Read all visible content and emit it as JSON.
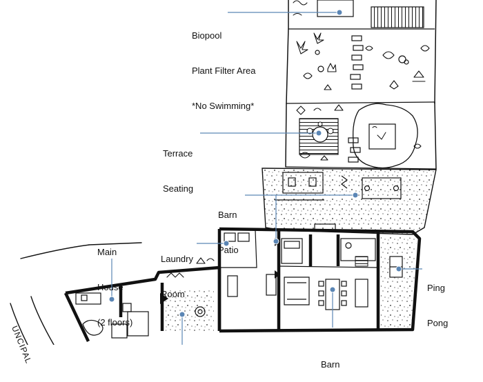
{
  "labels": {
    "biopool": [
      "Biopool",
      "Plant Filter Area",
      "*No Swimming*"
    ],
    "terrace": [
      "Terrace",
      "Seating"
    ],
    "barn_patio": [
      "Barn",
      "Patio"
    ],
    "main_house": [
      "Main",
      "House",
      "(2 floors)"
    ],
    "laundry": [
      "Laundry",
      "Room"
    ],
    "ping_pong": [
      "Ping",
      "Pong"
    ],
    "barn": [
      "Barn"
    ],
    "street": "UNCIPAL"
  },
  "colors": {
    "ink": "#111111",
    "leader": "#5b86b5",
    "background": "#ffffff"
  }
}
